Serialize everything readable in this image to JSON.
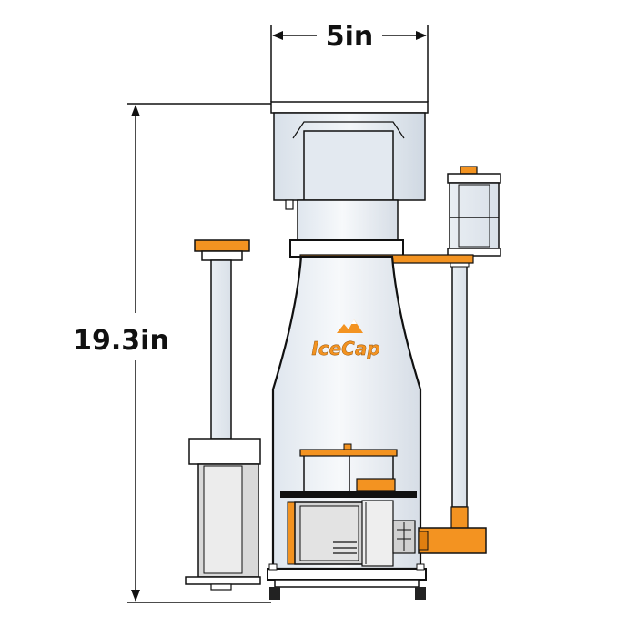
{
  "dimensions": {
    "width_label": "5in",
    "height_label": "19.3in"
  },
  "brand": {
    "logo_text": "IceCap"
  },
  "colors": {
    "accent": "#f39321",
    "line": "#111111",
    "body_tint": "#e6ecf3",
    "frame_gray": "#d0d0d0"
  }
}
